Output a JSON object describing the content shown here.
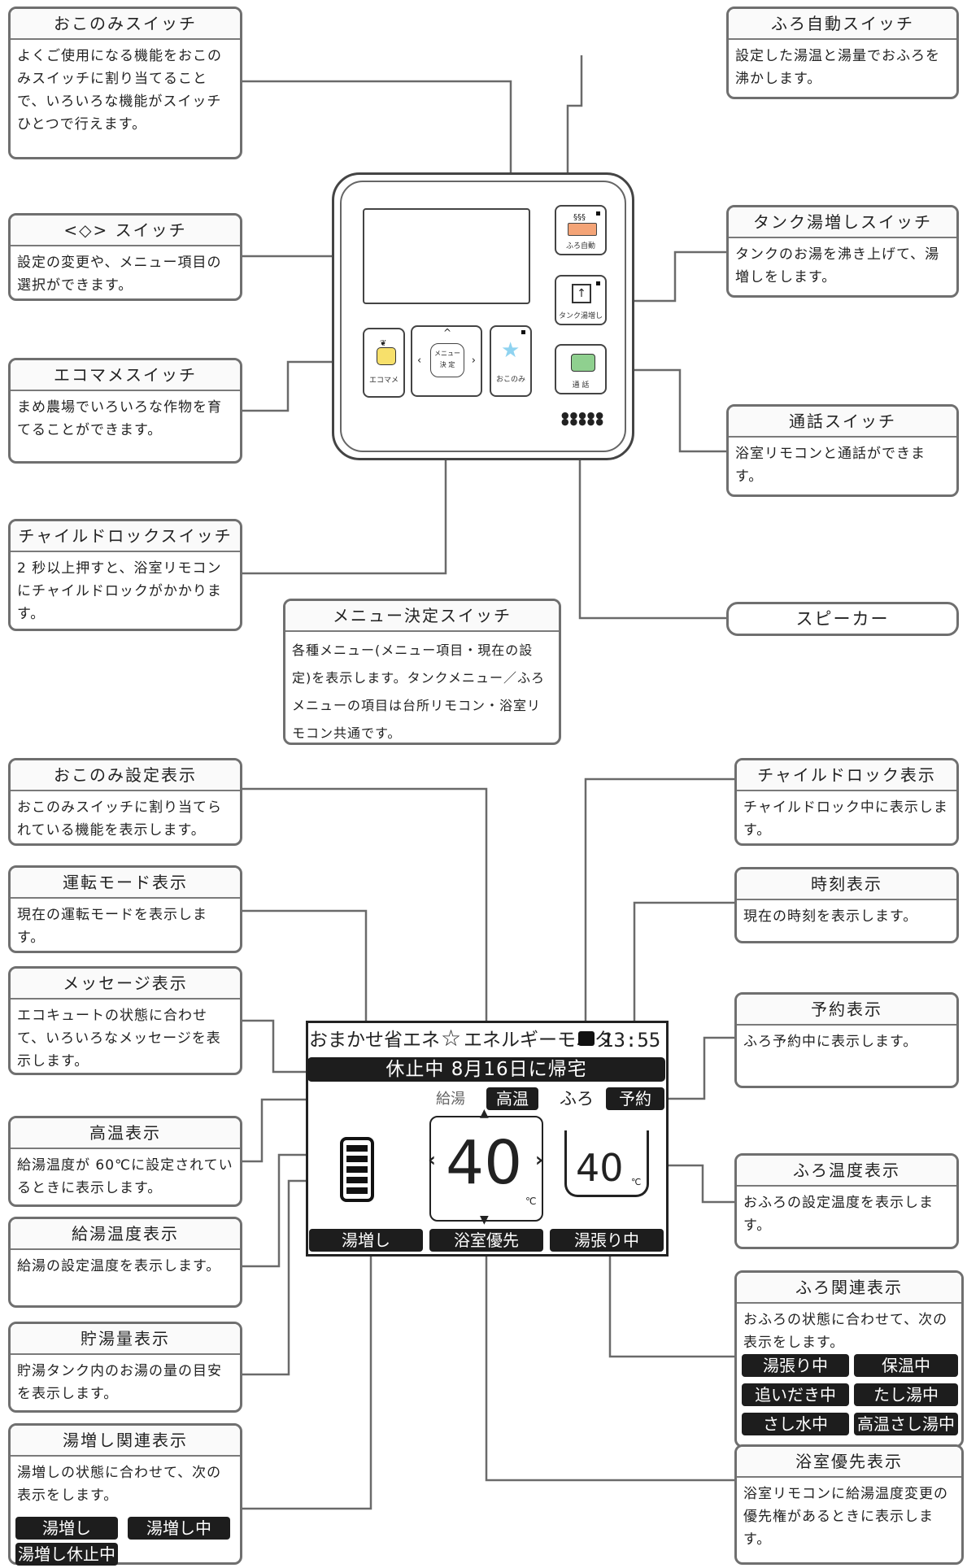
{
  "remote": {
    "furo_auto_label": "ふろ自動",
    "tank_label": "タンク湯増し",
    "talk_label": "通 話",
    "ecomame_label": "エコマメ",
    "okonomi_label": "おこのみ",
    "menu_top": "メニュー",
    "menu_bottom": "決 定"
  },
  "callouts_top": {
    "okonomi_switch": {
      "title": "おこのみスイッチ",
      "body": "よくご使用になる機能をおこのみスイッチに割り当てることで、いろいろな機能がスイッチひとつで行えます。"
    },
    "arrow_switch": {
      "title": "<◇> スイッチ",
      "body": "設定の変更や、メニュー項目の選択ができます。"
    },
    "ecomame_switch": {
      "title": "エコマメスイッチ",
      "body": "まめ農場でいろいろな作物を育てることができます。"
    },
    "child_lock_switch": {
      "title": "チャイルドロックスイッチ",
      "body": "2 秒以上押すと、浴室リモコンにチャイルドロックがかかります。"
    },
    "menu_switch": {
      "title": "メニュー決定スイッチ",
      "body": "各種メニュー(メニュー項目・現在の設定)を表示します。タンクメニュー／ふろメニューの項目は台所リモコン・浴室リモコン共通です。"
    },
    "furo_auto_switch": {
      "title": "ふろ自動スイッチ",
      "body": "設定した湯温と湯量でおふろを沸かします。"
    },
    "tank_switch": {
      "title": "タンク湯増しスイッチ",
      "body": "タンクのお湯を沸き上げて、湯増しをします。"
    },
    "talk_switch": {
      "title": "通話スイッチ",
      "body": "浴室リモコンと通話ができます。"
    },
    "speaker": {
      "title": "スピーカー"
    }
  },
  "callouts_bottom": {
    "okonomi_display": {
      "title": "おこのみ設定表示",
      "body": "おこのみスイッチに割り当てられている機能を表示します。"
    },
    "mode_display": {
      "title": "運転モード表示",
      "body": "現在の運転モードを表示します。"
    },
    "message_display": {
      "title": "メッセージ表示",
      "body": "エコキュートの状態に合わせて、いろいろなメッセージを表示します。"
    },
    "high_temp_display": {
      "title": "高温表示",
      "body": "給湯温度が 60℃に設定されているときに表示します。"
    },
    "supply_temp_display": {
      "title": "給湯温度表示",
      "body": "給湯の設定温度を表示します。"
    },
    "storage_display": {
      "title": "貯湯量表示",
      "body": "貯湯タンク内のお湯の量の目安を表示します。"
    },
    "yumashi_display": {
      "title": "湯増し関連表示",
      "body": "湯増しの状態に合わせて、次の表示をします。",
      "badges": [
        "湯増し",
        "湯増し中",
        "湯増し休止中"
      ]
    },
    "child_lock_display": {
      "title": "チャイルドロック表示",
      "body": "チャイルドロック中に表示します。"
    },
    "time_display": {
      "title": "時刻表示",
      "body": "現在の時刻を表示します。"
    },
    "reserve_display": {
      "title": "予約表示",
      "body": "ふろ予約中に表示します。"
    },
    "bath_temp_display": {
      "title": "ふろ温度表示",
      "body": "おふろの設定温度を表示します。"
    },
    "bath_related_display": {
      "title": "ふろ関連表示",
      "body": "おふろの状態に合わせて、次の表示をします。",
      "badges": [
        "湯張り中",
        "保温中",
        "追いだき中",
        "たし湯中",
        "さし水中",
        "高温さし湯中"
      ]
    },
    "bath_priority_display": {
      "title": "浴室優先表示",
      "body": "浴室リモコンに給湯温度変更の優先権があるときに表示します。"
    }
  },
  "lcd": {
    "mode": "おまかせ省エネ",
    "okonomi": "エネルギーモニタ",
    "time": "13:55",
    "message": "休止中 8月16日に帰宅",
    "supply_label": "給湯",
    "high_temp": "高温",
    "furo_label": "ふろ",
    "reserve": "予約",
    "supply_temp": "40",
    "bath_temp": "40",
    "unit": "℃",
    "bottom": [
      "湯増し",
      "浴室優先",
      "湯張り中"
    ]
  },
  "colors": {
    "lcd_black": "#1d1d1d",
    "border": "#6f6f6f",
    "button_orange": "#f4a477",
    "button_green": "#8fd08f",
    "button_yellow": "#f7e06b",
    "star_blue": "#8fd3f0"
  }
}
